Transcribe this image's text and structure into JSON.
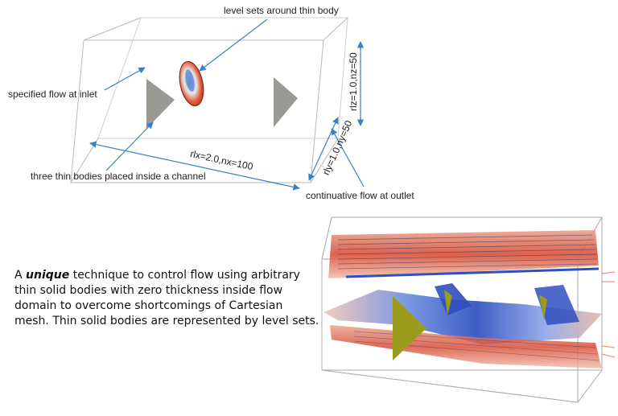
{
  "labels": {
    "level_sets": "level sets around thin body",
    "inlet": "specified flow at inlet",
    "thin_bodies": "three thin bodies placed inside a channel",
    "outlet": "continuative flow at outlet",
    "dim_x": "rlx=2.0,nx=100",
    "dim_y": "rly=1.0,ny=50",
    "dim_z": "rlz=1.0,nz=50"
  },
  "description": {
    "prefix": "A ",
    "emphasis": "unique",
    "rest": " technique to control flow using arbitrary thin solid bodies with zero thickness inside flow domain to overcome shortcomings of Cartesian mesh. Thin solid bodies are represented by level sets."
  },
  "colors": {
    "box_line": "#b8b8b8",
    "arrow": "#3a7fc4",
    "body_gray": "#9a9a94",
    "body_olive": "#9b9b1e",
    "flow_red": "#d9503a",
    "flow_blue": "#3d5fc9"
  }
}
